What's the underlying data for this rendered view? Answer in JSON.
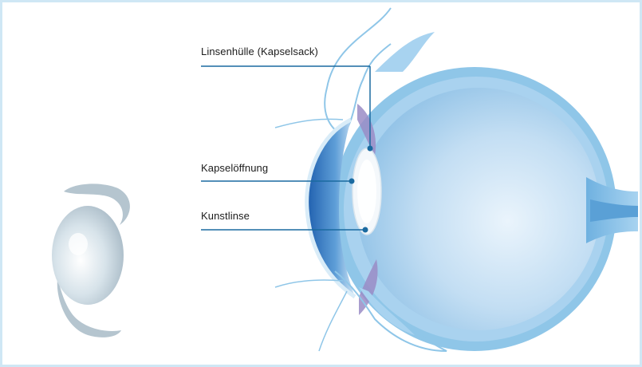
{
  "labels": {
    "capsule": "Linsenhülle (Kapselsack)",
    "opening": "Kapselöffnung",
    "iol": "Kunstlinse"
  },
  "colors": {
    "frame": "#cfe7f5",
    "leader": "#1a6aa0",
    "eye_body": "#b9d9f0",
    "sclera": "#8fc6e8",
    "iris": "#2f78c0",
    "muscle": "#9a8cc6",
    "lens": "#f2f6fa"
  }
}
